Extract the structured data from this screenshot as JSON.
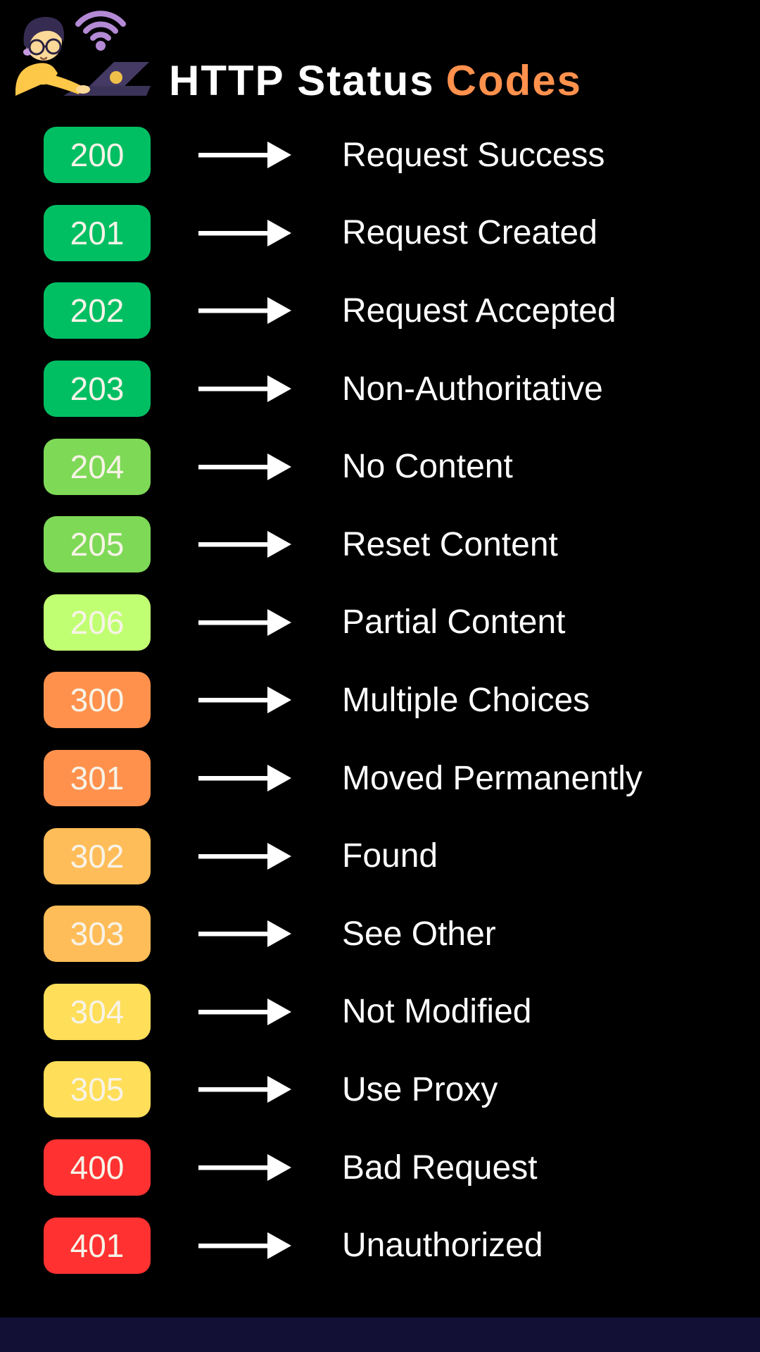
{
  "header": {
    "title_white": "HTTP Status",
    "title_accent": "Codes",
    "accent_color": "#ff914d"
  },
  "icons": {
    "coder": "person-at-laptop-icon",
    "wifi": "wifi-icon",
    "arrow": "arrow-right-icon"
  },
  "palette": {
    "background": "#000000",
    "footer_bar": "#131035",
    "badge_text": "#f7f3e7",
    "label_text": "#ffffff",
    "arrow": "#ffffff",
    "green": "#00bf63",
    "light_green": "#7ed957",
    "lime": "#c1ff72",
    "orange": "#ff914d",
    "amber": "#ffbd59",
    "yellow": "#ffde59",
    "red": "#ff3131"
  },
  "rows": [
    {
      "code": "200",
      "label": "Request Success",
      "color": "#00bf63"
    },
    {
      "code": "201",
      "label": "Request Created",
      "color": "#00bf63"
    },
    {
      "code": "202",
      "label": "Request Accepted",
      "color": "#00bf63"
    },
    {
      "code": "203",
      "label": "Non-Authoritative",
      "color": "#00bf63"
    },
    {
      "code": "204",
      "label": "No Content",
      "color": "#7ed957"
    },
    {
      "code": "205",
      "label": "Reset Content",
      "color": "#7ed957"
    },
    {
      "code": "206",
      "label": "Partial Content",
      "color": "#c1ff72"
    },
    {
      "code": "300",
      "label": "Multiple Choices",
      "color": "#ff914d"
    },
    {
      "code": "301",
      "label": "Moved Permanently",
      "color": "#ff914d"
    },
    {
      "code": "302",
      "label": "Found",
      "color": "#ffbd59"
    },
    {
      "code": "303",
      "label": "See Other",
      "color": "#ffbd59"
    },
    {
      "code": "304",
      "label": "Not Modified",
      "color": "#ffde59"
    },
    {
      "code": "305",
      "label": "Use Proxy",
      "color": "#ffde59"
    },
    {
      "code": "400",
      "label": "Bad Request",
      "color": "#ff3131"
    },
    {
      "code": "401",
      "label": "Unauthorized",
      "color": "#ff3131"
    }
  ]
}
